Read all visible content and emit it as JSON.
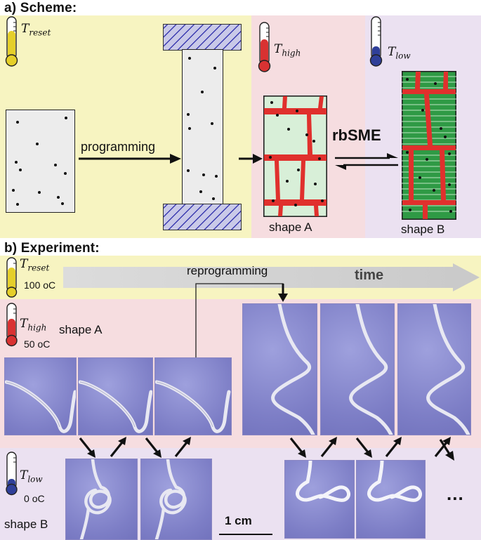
{
  "panel_a": {
    "title": "a) Scheme:",
    "t_reset": {
      "base": "T",
      "sub": "reset",
      "fill": "#e5cf2a"
    },
    "t_high": {
      "base": "T",
      "sub": "high",
      "fill": "#d93232"
    },
    "t_low": {
      "base": "T",
      "sub": "low",
      "fill": "#2f3f99"
    },
    "programming_label": "programming",
    "rbsme_label": "rbSME",
    "shape_a_label": "shape A",
    "shape_b_label": "shape B"
  },
  "panel_b": {
    "title": "b) Experiment:",
    "t_reset": {
      "base": "T",
      "sub": "reset",
      "value": "100",
      "unit": "oC"
    },
    "t_high": {
      "base": "T",
      "sub": "high",
      "value": "50",
      "unit": "oC"
    },
    "t_low": {
      "base": "T",
      "sub": "low",
      "value": "0",
      "unit": "oC"
    },
    "shape_a_label": "shape A",
    "shape_b_label": "shape B",
    "reprogramming_label": "reprogramming",
    "time_label": "time",
    "scale_bar_label": "1 cm",
    "ellipsis": "..."
  },
  "colors": {
    "reset_band": "#f7f4c1",
    "high_band": "#f6dde0",
    "low_band": "#ebe1f1",
    "stripe_red": "#e0302d",
    "stripe_green": "#33a048",
    "photo_blue": "#8586cb"
  }
}
